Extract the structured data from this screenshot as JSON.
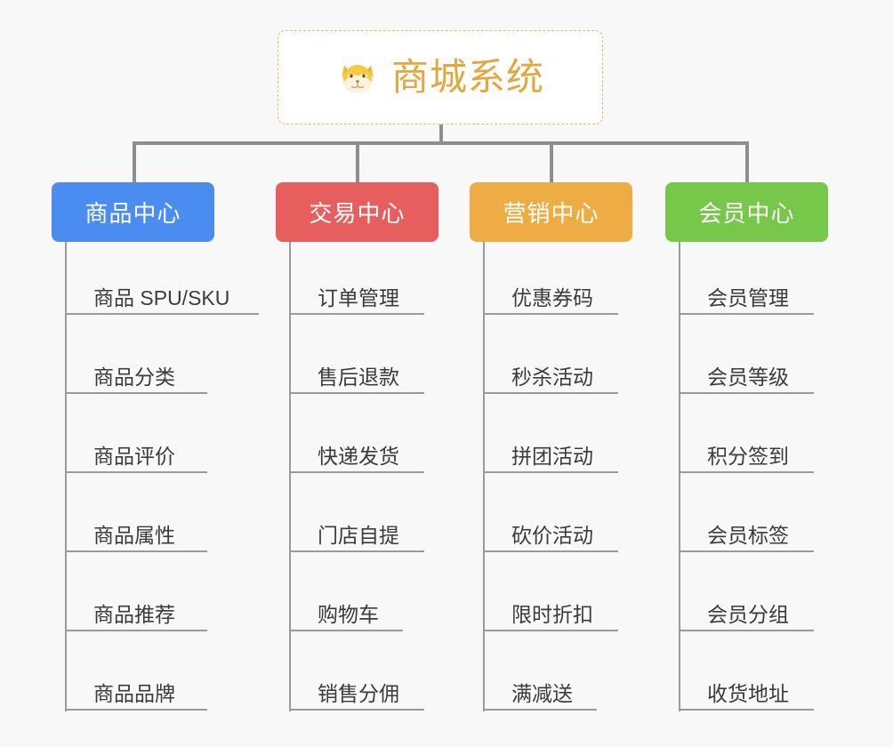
{
  "background_color": "#f8f8f8",
  "root": {
    "title": "商城系统",
    "emoji_name": "shiba-dog-face",
    "title_color": "#e3a73f",
    "border_color": "#e9b967"
  },
  "connector_color": "#8e8e8e",
  "leaf_line_color": "#9a9a9a",
  "leaf_text_color": "#3b3b3b",
  "branches": [
    {
      "label": "商品中心",
      "color": "#4a8cf0",
      "items": [
        "商品 SPU/SKU",
        "商品分类",
        "商品评价",
        "商品属性",
        "商品推荐",
        "商品品牌"
      ]
    },
    {
      "label": "交易中心",
      "color": "#e65f5e",
      "items": [
        "订单管理",
        "售后退款",
        "快递发货",
        "门店自提",
        "购物车",
        "销售分佣"
      ]
    },
    {
      "label": "营销中心",
      "color": "#eead44",
      "items": [
        "优惠券码",
        "秒杀活动",
        "拼团活动",
        "砍价活动",
        "限时折扣",
        "满减送"
      ]
    },
    {
      "label": "会员中心",
      "color": "#77c74b",
      "items": [
        "会员管理",
        "会员等级",
        "积分签到",
        "会员标签",
        "会员分组",
        "收货地址"
      ]
    }
  ]
}
